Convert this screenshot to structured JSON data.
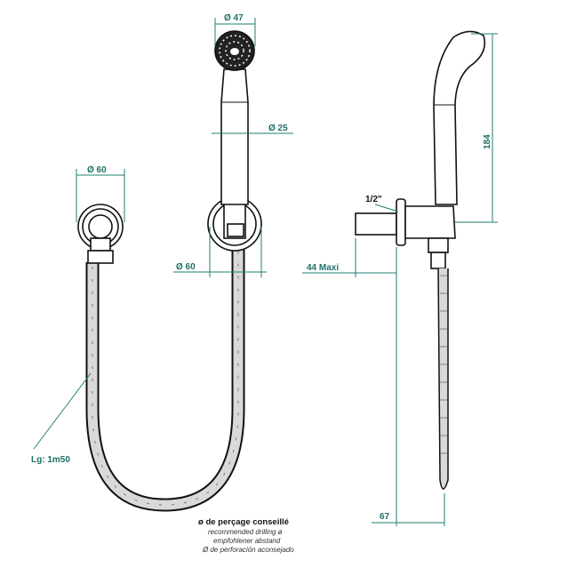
{
  "dimensions": {
    "head_diameter": "Ø 47",
    "handle_diameter": "Ø 25",
    "wall_bracket_diameter": "Ø 60",
    "holder_diameter": "Ø 60",
    "thread": "1/2\"",
    "height": "184",
    "projection": "44  Maxi",
    "hose_length": "Lg: 1m50",
    "depth": "67"
  },
  "caption": {
    "fr": "ø de perçage conseillé",
    "en": "recommended drilling ø",
    "de": "empfohlener abstand",
    "es": "Ø de perforación aconsejado"
  },
  "colors": {
    "dimension": "#1f7f72"
  }
}
